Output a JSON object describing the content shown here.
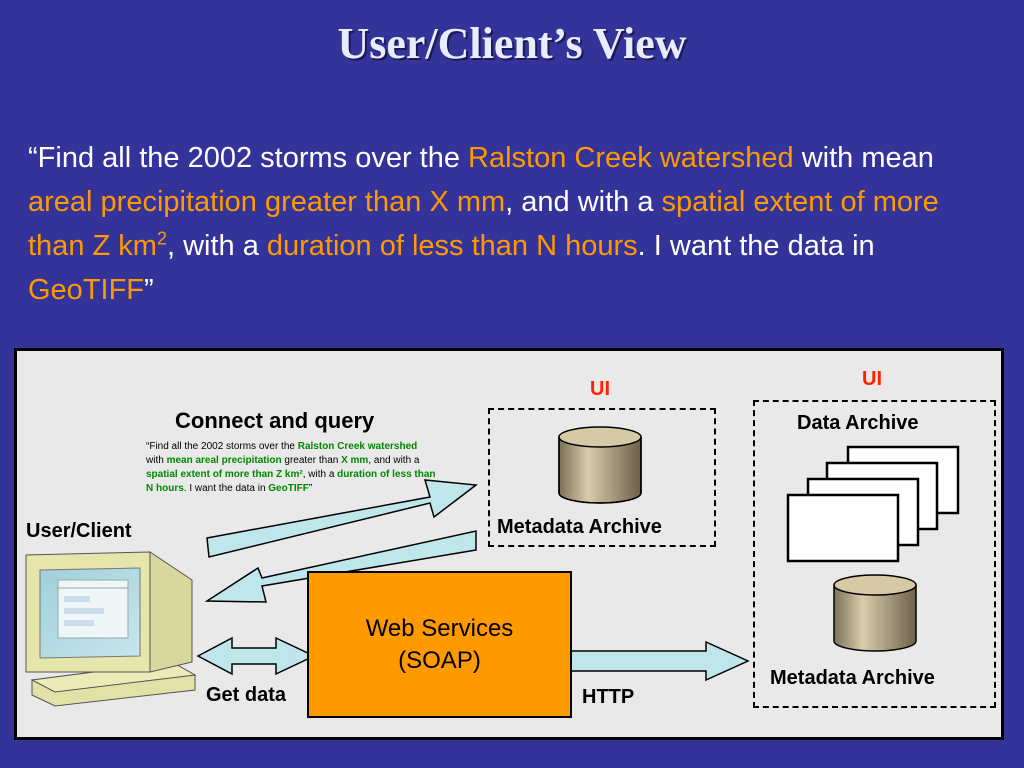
{
  "slide": {
    "title": "User/Client’s View",
    "query": {
      "p1": "“Find all the 2002 storms over the ",
      "h1": "Ralston Creek watershed",
      "p2": " with ",
      "w1": "mean",
      "p3": " ",
      "h2": "areal precipitation",
      "p4": " ",
      "h3": "greater than",
      "p5": " ",
      "h4": "X mm",
      "p6": ", and with a ",
      "h5": "spatial extent of more than Z km",
      "sup": "2",
      "p7": ", with a ",
      "h6": "duration of less than N hours",
      "p8": ".  I want the data in ",
      "h7": "GeoTIFF",
      "p9": "”"
    }
  },
  "diagram": {
    "connect_label": "Connect and query",
    "user_label": "User/Client",
    "get_data_label": "Get data",
    "http_label": "HTTP",
    "web_services_line1": "Web Services",
    "web_services_line2": "(SOAP)",
    "ui_label_1": "UI",
    "ui_label_2": "UI",
    "metadata_archive_1": "Metadata Archive",
    "data_archive": "Data Archive",
    "metadata_archive_2": "Metadata Archive",
    "mini_query": {
      "p1": "“Find all the 2002 storms over the ",
      "g1": "Ralston Creek watershed",
      "p2": " with ",
      "g2": "mean areal precipitation",
      "p3": " greater than ",
      "g3": "X mm",
      "p4": ", and with a ",
      "g4": "spatial extent of more than Z km²",
      "p5": ", with a ",
      "g5": "duration of less than N hours",
      "p6": ".  I want the data in ",
      "g6": "GeoTIFF",
      "p7": "”"
    },
    "colors": {
      "background": "#333399",
      "highlight": "#ff9900",
      "web_services": "#ff9900",
      "arrow_fill": "#bfe6ea",
      "cylinder": "#b8aa88",
      "ui_label": "#ff2200"
    }
  }
}
